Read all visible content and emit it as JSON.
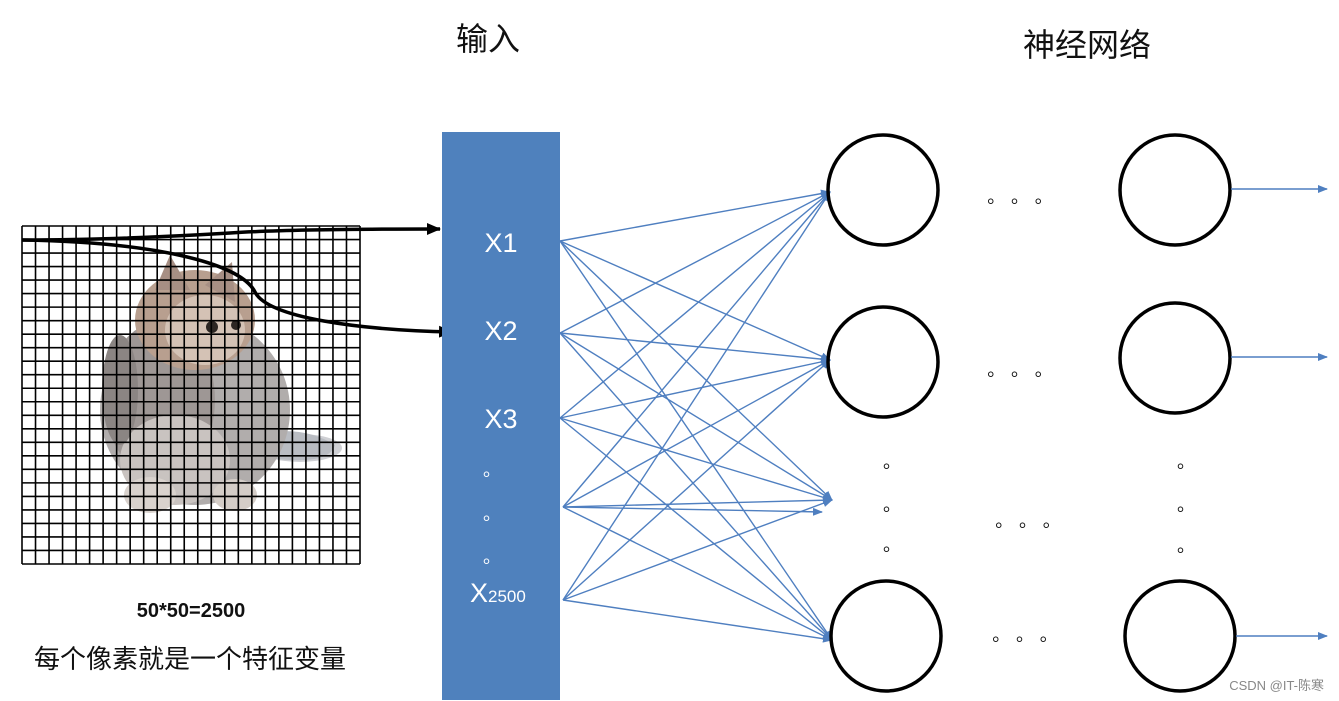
{
  "titles": {
    "input": "输入",
    "network": "神经网络"
  },
  "input_layer": {
    "labels": [
      "X1",
      "X2",
      "X3"
    ],
    "last_base": "X",
    "last_sub": "2500",
    "ellipsis": "。"
  },
  "image": {
    "grid_cells": 25,
    "caption_formula": "50*50=2500",
    "caption_text": "每个像素就是一个特征变量"
  },
  "network": {
    "layer_ellipsis": "。 。 。",
    "node_ellipsis": "。"
  },
  "colors": {
    "input_bar": "#4f81bd",
    "connection": "#4f7fc0",
    "node_stroke": "#000000",
    "arrow": "#000000"
  },
  "watermark": "CSDN @IT-陈寒"
}
